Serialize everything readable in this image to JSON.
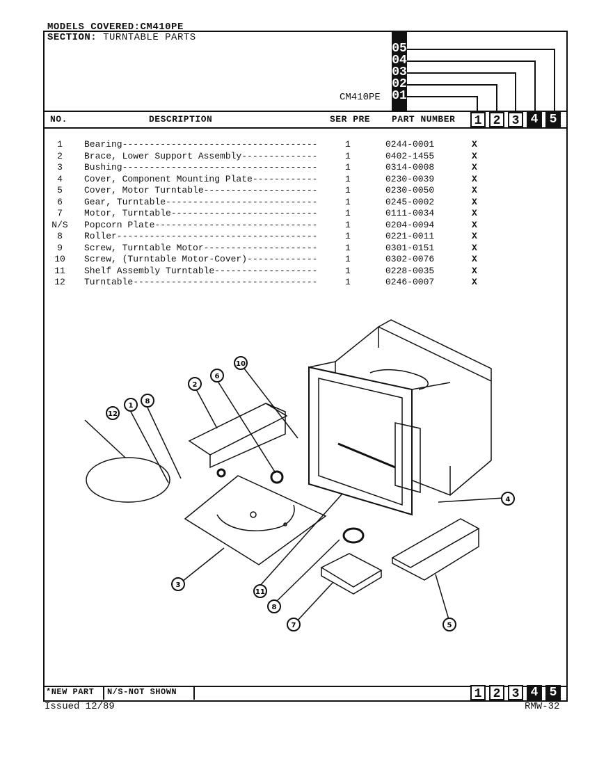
{
  "header": {
    "models_label": "MODELS COVERED:",
    "models_value": "CM410PE",
    "section_label": "SECTION:",
    "section_value": "TURNTABLE PARTS",
    "model_code": "CM410PE",
    "serial_codes": [
      "05",
      "04",
      "03",
      "02",
      "01"
    ]
  },
  "columns": {
    "no": "NO.",
    "description": "DESCRIPTION",
    "ser_pre": "SER PRE",
    "part_number": "PART NUMBER",
    "model_cols": [
      "1",
      "2",
      "3",
      "4",
      "5"
    ]
  },
  "parts": [
    {
      "no": "1",
      "desc": "Bearing------------------------------------",
      "qty": "1",
      "part": "0244-0001",
      "mark": "X"
    },
    {
      "no": "2",
      "desc": "Brace, Lower Support Assembly--------------",
      "qty": "1",
      "part": "0402-1455",
      "mark": "X"
    },
    {
      "no": "3",
      "desc": "Bushing------------------------------------",
      "qty": "1",
      "part": "0314-0008",
      "mark": "X"
    },
    {
      "no": "4",
      "desc": "Cover, Component Mounting Plate------------",
      "qty": "1",
      "part": "0230-0039",
      "mark": "X"
    },
    {
      "no": "5",
      "desc": "Cover, Motor Turntable---------------------",
      "qty": "1",
      "part": "0230-0050",
      "mark": "X"
    },
    {
      "no": "6",
      "desc": "Gear, Turntable----------------------------",
      "qty": "1",
      "part": "0245-0002",
      "mark": "X"
    },
    {
      "no": "7",
      "desc": "Motor, Turntable---------------------------",
      "qty": "1",
      "part": "0111-0034",
      "mark": "X"
    },
    {
      "no": "N/S",
      "desc": "Popcorn Plate------------------------------",
      "qty": "1",
      "part": "0204-0094",
      "mark": "X"
    },
    {
      "no": "8",
      "desc": "Roller-------------------------------------",
      "qty": "1",
      "part": "0221-0011",
      "mark": "X"
    },
    {
      "no": "9",
      "desc": "Screw, Turntable Motor---------------------",
      "qty": "1",
      "part": "0301-0151",
      "mark": "X"
    },
    {
      "no": "10",
      "desc": "Screw, (Turntable Motor-Cover)-------------",
      "qty": "1",
      "part": "0302-0076",
      "mark": "X"
    },
    {
      "no": "11",
      "desc": "Shelf Assembly Turntable-------------------",
      "qty": "1",
      "part": "0228-0035",
      "mark": "X"
    },
    {
      "no": "12",
      "desc": "Turntable----------------------------------",
      "qty": "1",
      "part": "0246-0007",
      "mark": "X"
    }
  ],
  "callouts": [
    "12",
    "1",
    "8",
    "2",
    "6",
    "10",
    "3",
    "11",
    "8",
    "7",
    "5",
    "4"
  ],
  "footer": {
    "new_part": "*NEW PART",
    "not_shown": "N/S-NOT SHOWN",
    "issued": "Issued 12/89",
    "page_code": "RMW-32"
  }
}
